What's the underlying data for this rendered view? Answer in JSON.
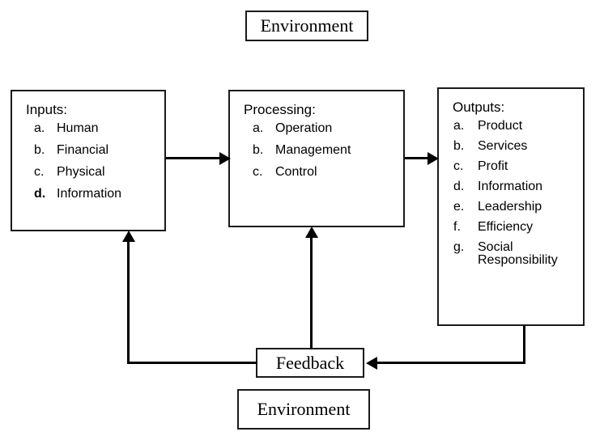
{
  "diagram": {
    "title": "Environment / Inputs-Processing-Outputs / Feedback systems model",
    "stroke_color": "#000000",
    "background_color": "#ffffff"
  },
  "environment_top": {
    "label": "Environment"
  },
  "environment_bottom": {
    "label": "Environment"
  },
  "feedback": {
    "label": "Feedback"
  },
  "inputs": {
    "title": "Inputs:",
    "items": [
      {
        "marker": "a.",
        "text": "Human",
        "bold": false
      },
      {
        "marker": "b.",
        "text": "Financial",
        "bold": false
      },
      {
        "marker": "c.",
        "text": "Physical",
        "bold": false
      },
      {
        "marker": "d.",
        "text": "Information",
        "bold": true
      }
    ]
  },
  "processing": {
    "title": "Processing:",
    "items": [
      {
        "marker": "a.",
        "text": "Operation",
        "bold": false
      },
      {
        "marker": "b.",
        "text": "Management",
        "bold": false
      },
      {
        "marker": "c.",
        "text": "Control",
        "bold": false
      }
    ]
  },
  "outputs": {
    "title": "Outputs:",
    "items": [
      {
        "marker": "a.",
        "text": "Product",
        "bold": false
      },
      {
        "marker": "b.",
        "text": "Services",
        "bold": false
      },
      {
        "marker": "c.",
        "text": "Profit",
        "bold": false
      },
      {
        "marker": "d.",
        "text": "Information",
        "bold": false
      },
      {
        "marker": "e.",
        "text": "Leadership",
        "bold": false
      },
      {
        "marker": "f.",
        "text": "Efficiency",
        "bold": false
      },
      {
        "marker": "g.",
        "text": "Social Responsibility",
        "bold": false
      }
    ]
  },
  "connectors": [
    {
      "name": "inputs-to-processing",
      "from": "inputs",
      "to": "processing",
      "direction": "right"
    },
    {
      "name": "processing-to-outputs",
      "from": "processing",
      "to": "outputs",
      "direction": "right"
    },
    {
      "name": "outputs-to-feedback",
      "from": "outputs",
      "to": "feedback",
      "direction": "left"
    },
    {
      "name": "feedback-to-processing",
      "from": "feedback",
      "to": "processing",
      "direction": "up"
    },
    {
      "name": "feedback-to-inputs",
      "from": "feedback",
      "to": "inputs",
      "direction": "up"
    }
  ]
}
